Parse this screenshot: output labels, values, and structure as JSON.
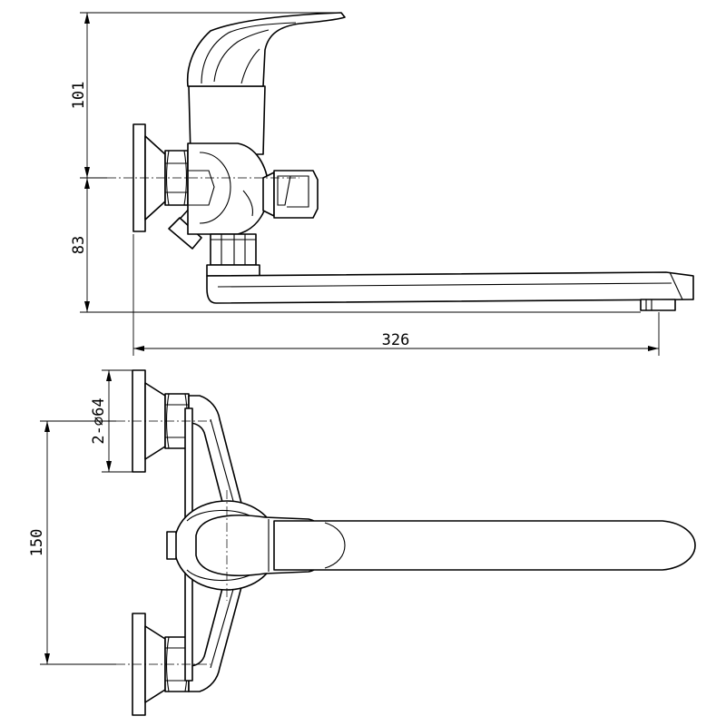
{
  "dimensions": {
    "height_upper": "101",
    "height_lower": "83",
    "spout_length": "326",
    "flange_diameter": "2-∅64",
    "inlet_spacing": "150"
  }
}
